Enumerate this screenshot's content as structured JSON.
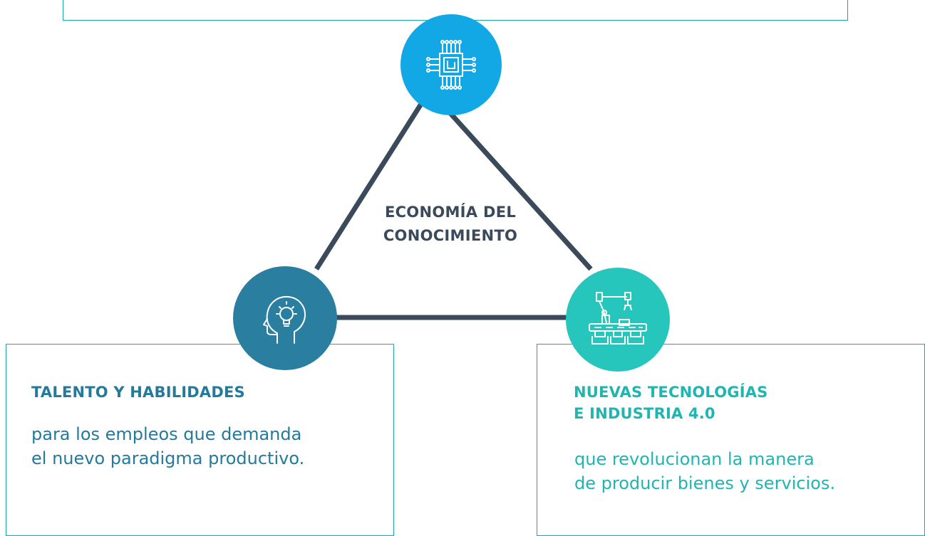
{
  "diagram": {
    "center_title": [
      "ECONOMÍA DEL",
      "CONOCIMIENTO"
    ],
    "nodes": {
      "top": {
        "icon": "microchip-icon",
        "color": "#12a8e6"
      },
      "left": {
        "icon": "head-lightbulb-icon",
        "color": "#2a7fa0",
        "heading": [
          "TALENTO Y HABILIDADES"
        ],
        "body": [
          "para los empleos que demanda",
          "el nuevo paradigma productivo."
        ]
      },
      "right": {
        "icon": "robotic-arm-conveyor-icon",
        "color": "#27c6bd",
        "heading": [
          "NUEVAS TECNOLOGÍAS",
          "E INDUSTRIA 4.0"
        ],
        "body": [
          "que revolucionan la manera",
          "de producir bienes y servicios."
        ]
      }
    },
    "colors": {
      "triangle_stroke": "#3b4a5a",
      "box_border": "#1aa7bd",
      "left_text": "#237a9c",
      "right_text": "#1fb5b0"
    }
  }
}
